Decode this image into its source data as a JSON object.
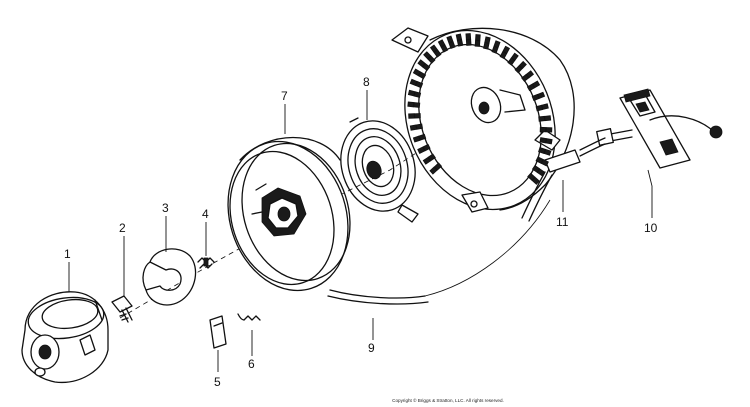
{
  "callouts": [
    {
      "id": "1",
      "text": "1"
    },
    {
      "id": "2",
      "text": "2"
    },
    {
      "id": "3",
      "text": "3"
    },
    {
      "id": "4",
      "text": "4"
    },
    {
      "id": "5",
      "text": "5"
    },
    {
      "id": "6",
      "text": "6"
    },
    {
      "id": "7",
      "text": "7"
    },
    {
      "id": "8",
      "text": "8"
    },
    {
      "id": "9",
      "text": "9"
    },
    {
      "id": "10",
      "text": "10"
    },
    {
      "id": "11",
      "text": "11"
    }
  ],
  "copyright": "Copyright © Briggs & Stratton, LLC. All rights reserved.",
  "colors": {
    "ink": "#111111",
    "paper": "#ffffff"
  }
}
